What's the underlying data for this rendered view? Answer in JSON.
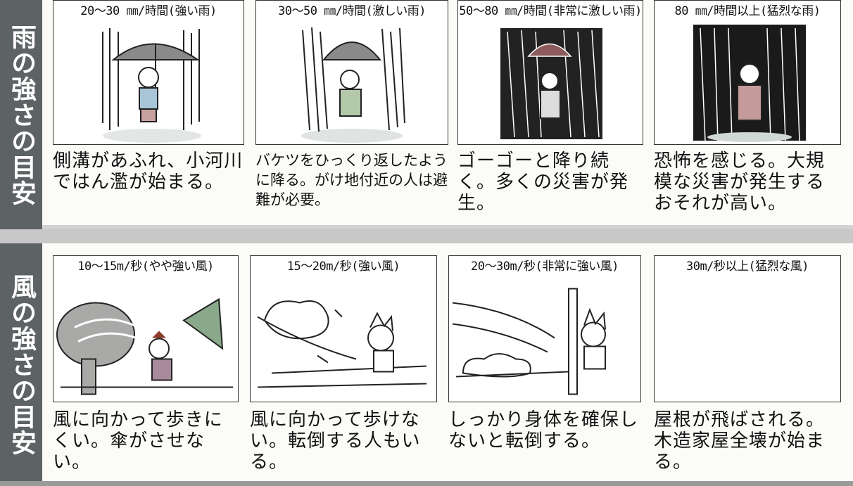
{
  "rain": {
    "title": "雨の強さの目安",
    "cards": [
      {
        "caption": "20～30 ㎜/時間(強い雨)",
        "icon": "child-with-umbrella-in-heavy-rain",
        "desc": "側溝があふれ、小河川ではん濫が始まる。"
      },
      {
        "caption": "30～50 ㎜/時間(激しい雨)",
        "icon": "child-with-umbrella-in-intense-rain",
        "desc": "バケツをひっくり返したように降る。がけ地付近の人は避難が必要。"
      },
      {
        "caption": "50～80 ㎜/時間(非常に激しい雨)",
        "icon": "child-with-umbrella-in-very-intense-rain",
        "desc": "ゴーゴーと降り続く。多くの災害が発生。"
      },
      {
        "caption": "80 ㎜/時間以上(猛烈な雨)",
        "icon": "child-in-torrential-rain",
        "desc": "恐怖を感じる。大規模な災害が発生するおそれが高い。"
      }
    ]
  },
  "wind": {
    "title": "風の強さの目安",
    "cards": [
      {
        "caption": "10～15m/秒(やや強い風)",
        "icon": "child-with-broken-umbrella-in-wind",
        "desc": "風に向かって歩きにくい。傘がさせない。"
      },
      {
        "caption": "15～20m/秒(強い風)",
        "icon": "child-struggling-against-wind",
        "desc": "風に向かって歩けない。転倒する人もいる。"
      },
      {
        "caption": "20～30m/秒(非常に強い風)",
        "icon": "child-holding-pole-in-strong-wind",
        "desc": "しっかり身体を確保しないと転倒する。"
      },
      {
        "caption": "30m/秒以上(猛烈な風)",
        "icon": "",
        "desc": "屋根が飛ばされる。木造家屋全壊が始まる。"
      }
    ]
  }
}
